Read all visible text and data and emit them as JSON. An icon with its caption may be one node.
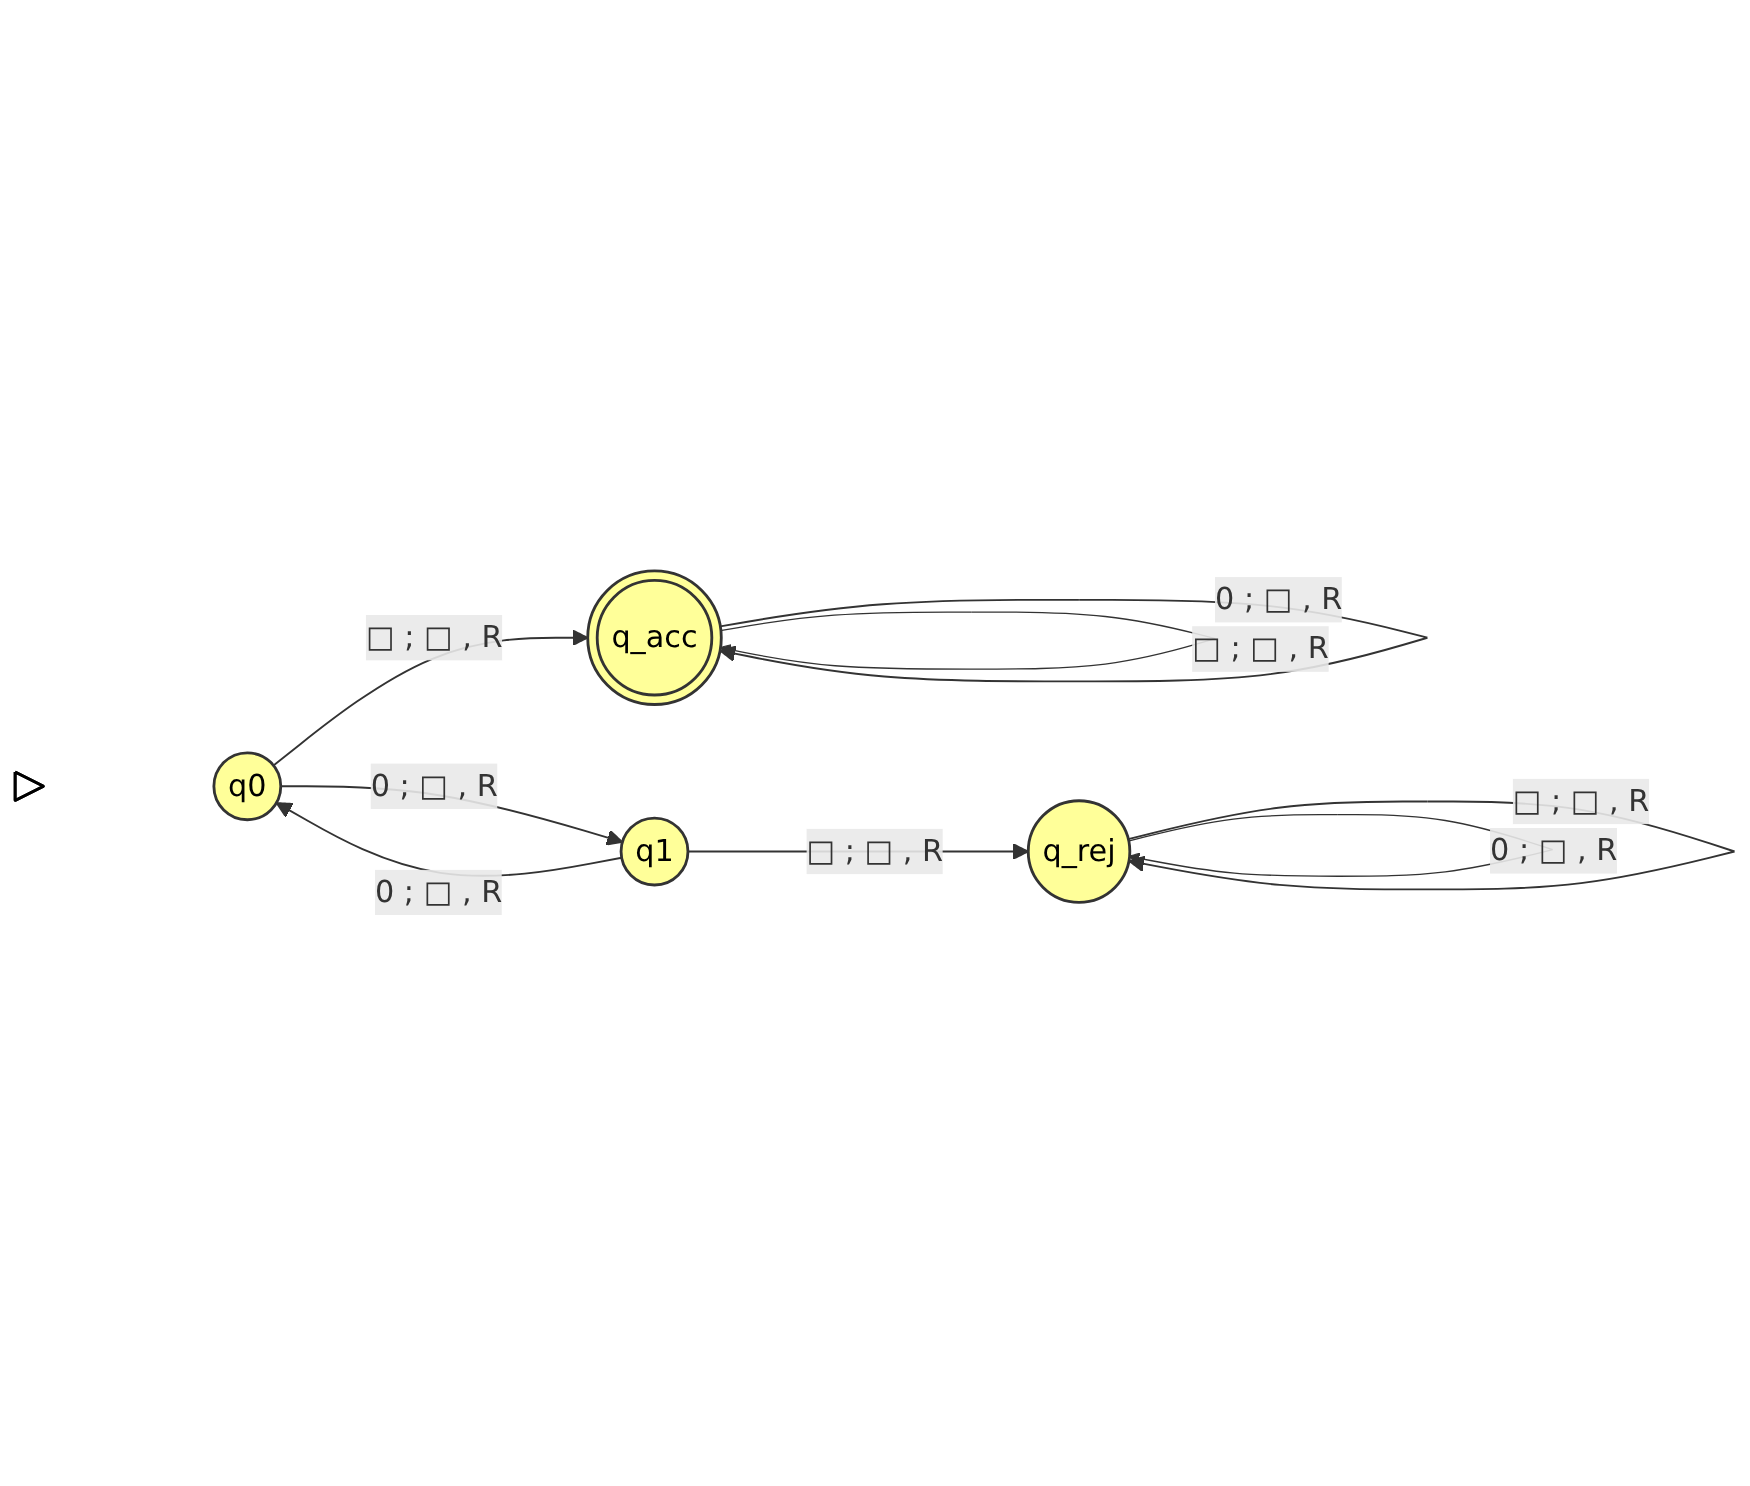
{
  "diagram": {
    "nodes": [
      {
        "text": [
          "q_acc"
        ]
      },
      {
        "text": [
          "q_rej"
        ]
      },
      {
        "text": [],
        "shape": "triangle"
      },
      {
        "text": [
          "q0"
        ]
      },
      {
        "text": [
          "q1"
        ]
      }
    ],
    "edges": [
      {
        "from": 0,
        "to": 0,
        "arrow": "to",
        "label": "0 ; □ , R"
      },
      {
        "from": 0,
        "to": 0,
        "arrow": "to",
        "label": "□ ; □ , R"
      },
      {
        "from": 1,
        "to": 1,
        "arrow": "to",
        "label": "□ ; □ , R"
      },
      {
        "from": 1,
        "to": 1,
        "arrow": "to",
        "label": "0 ; □ , R"
      },
      {
        "from": 3,
        "to": 0,
        "arrow": "to",
        "label": "□ ; □ , R"
      },
      {
        "from": 4,
        "to": 1,
        "arrow": "to",
        "label": "□ ; □ , R"
      },
      {
        "from": 3,
        "to": 4,
        "arrow": "to",
        "label": "0 ; □ , R"
      },
      {
        "from": 4,
        "to": 3,
        "arrow": "to",
        "label": "0 ; □ , R"
      }
    ]
  }
}
